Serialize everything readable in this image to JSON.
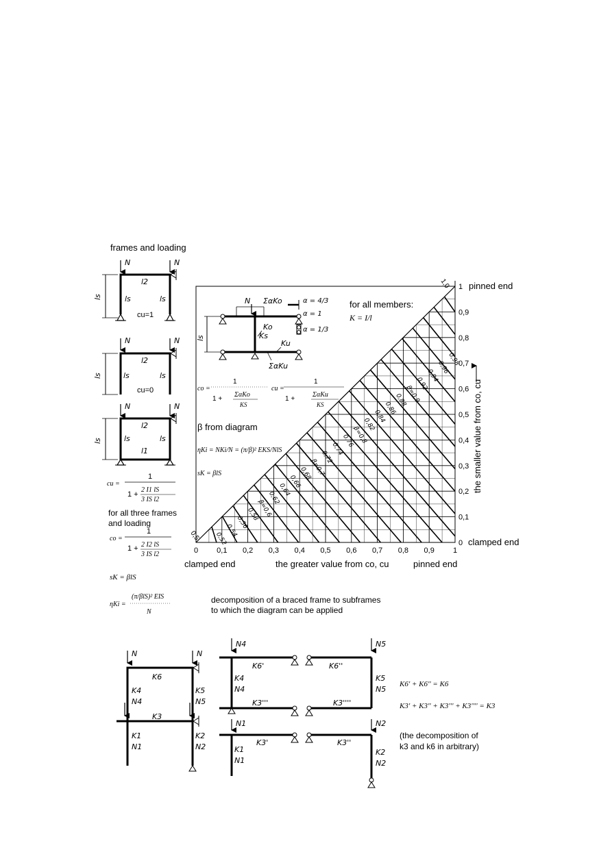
{
  "left_frames": {
    "header": "frames and loading",
    "frame1": {
      "N_left": "N",
      "N_right": "N",
      "beam": "l2",
      "col_left": "ls",
      "col_right": "ls",
      "dim": "ls",
      "c": "cu=1"
    },
    "frame2": {
      "N_left": "N",
      "N_right": "N",
      "beam": "l2",
      "col_left": "ls",
      "col_right": "ls",
      "dim": "ls",
      "c": "cu=0"
    },
    "frame3": {
      "N_left": "N",
      "N_right": "N",
      "beam": "l2",
      "col_left": "ls",
      "col_right": "ls",
      "bottom": "l1",
      "dim": "ls"
    },
    "cu_lhs": "cu =",
    "cu_num": "1",
    "cu_den": "1 +",
    "cu_frac": "2   I1 lS",
    "cu_frac2": "3   IS l2",
    "note1": "for all three frames",
    "note2": "and loading",
    "co_lhs": "co =",
    "co_num": "1",
    "co_den": "1 +",
    "co_frac": "2   I2 lS",
    "co_frac2": "3   IS l2",
    "sk_formula": "sK = βlS",
    "eta_lhs": "ηKi =",
    "eta_num": "(π/βlS)² EIS",
    "eta_den": "N"
  },
  "chart": {
    "top_right_10": "1,0",
    "pinned_right": "pinned end",
    "clamped_right": "clamped end",
    "clamped_bottom": "clamped end",
    "pinned_bottom": "pinned end",
    "x_title": "the greater value from co, cu",
    "y_title": "the smaller value from co, cu",
    "origin_label": "0,5",
    "x_ticks": [
      "0",
      "0,1",
      "0,2",
      "0,3",
      "0,4",
      "0,5",
      "0,6",
      "0,7",
      "0,8",
      "0,9",
      "1"
    ],
    "y_ticks": [
      "0",
      "0,1",
      "0,2",
      "0,3",
      "0,4",
      "0,5",
      "0,6",
      "0,7",
      "0,8",
      "0,9",
      "1"
    ],
    "beta_labels": [
      "0,52",
      "0,54",
      "0,56",
      "0,58",
      "β=0,6",
      "0,62",
      "0,64",
      "0,66",
      "0,68",
      "β=0,7",
      "0,72",
      "0,74",
      "0,76",
      "β=0,8",
      "0,82",
      "0,84",
      "0,86",
      "0,88",
      "β=0,9",
      "0,92",
      "0,94",
      "0,96",
      "0,98"
    ]
  },
  "inset": {
    "sum_top": "ΣαKo",
    "N": "N",
    "a43": "α = 4/3",
    "a1": "α = 1",
    "a13": "α = 1/3",
    "Ko": "Ko",
    "Ks": "Ks",
    "Ku": "Ku",
    "sum_bot": "ΣαKu",
    "dim": "ls",
    "for_all": "for all members:",
    "K_def": "K = I/l",
    "co_formula_lhs": "co =",
    "co_formula_num": "1",
    "co_formula_den_a": "1 +",
    "co_formula_den_b": "ΣαKo",
    "co_formula_den_c": "KS",
    "cu_formula_lhs": "cu =",
    "cu_formula_num": "1",
    "cu_formula_den_a": "1 +",
    "cu_formula_den_b": "ΣαKu",
    "cu_formula_den_c": "KS",
    "beta_from": "β from diagram",
    "eta_formula": "ηKi = NKi/N = (π/β)² EKS/NlS",
    "sk": "sK = βlS"
  },
  "decomposition": {
    "title1": "decomposition of a braced frame to subframes",
    "title2": "to which the diagram can be applied",
    "frame": {
      "N_l": "N",
      "N_r": "N",
      "K6": "K6",
      "K4": "K4",
      "N4": "N4",
      "K5": "K5",
      "N5": "N5",
      "K3": "K3",
      "K1": "K1",
      "N1": "N1",
      "K2": "K2",
      "N2": "N2"
    },
    "upper": {
      "N4": "N4",
      "N5": "N5",
      "K6p": "K6'",
      "K6pp": "K6''",
      "K4": "K4",
      "N4b": "N4",
      "K5": "K5",
      "N5b": "N5",
      "K3ppp": "K3'''",
      "K3pppp": "K3''''"
    },
    "lower": {
      "N1": "N1",
      "N2": "N2",
      "K3p": "K3'",
      "K3pp": "K3''",
      "K1": "K1",
      "N1b": "N1",
      "K2": "K2",
      "N2b": "N2"
    },
    "eq1": "K6' + K6'' = K6",
    "eq2": "K3' + K3'' + K3''' + K3'''' = K3",
    "note1": "(the decomposition of",
    "note2": "k3 and k6 in arbitrary)"
  }
}
